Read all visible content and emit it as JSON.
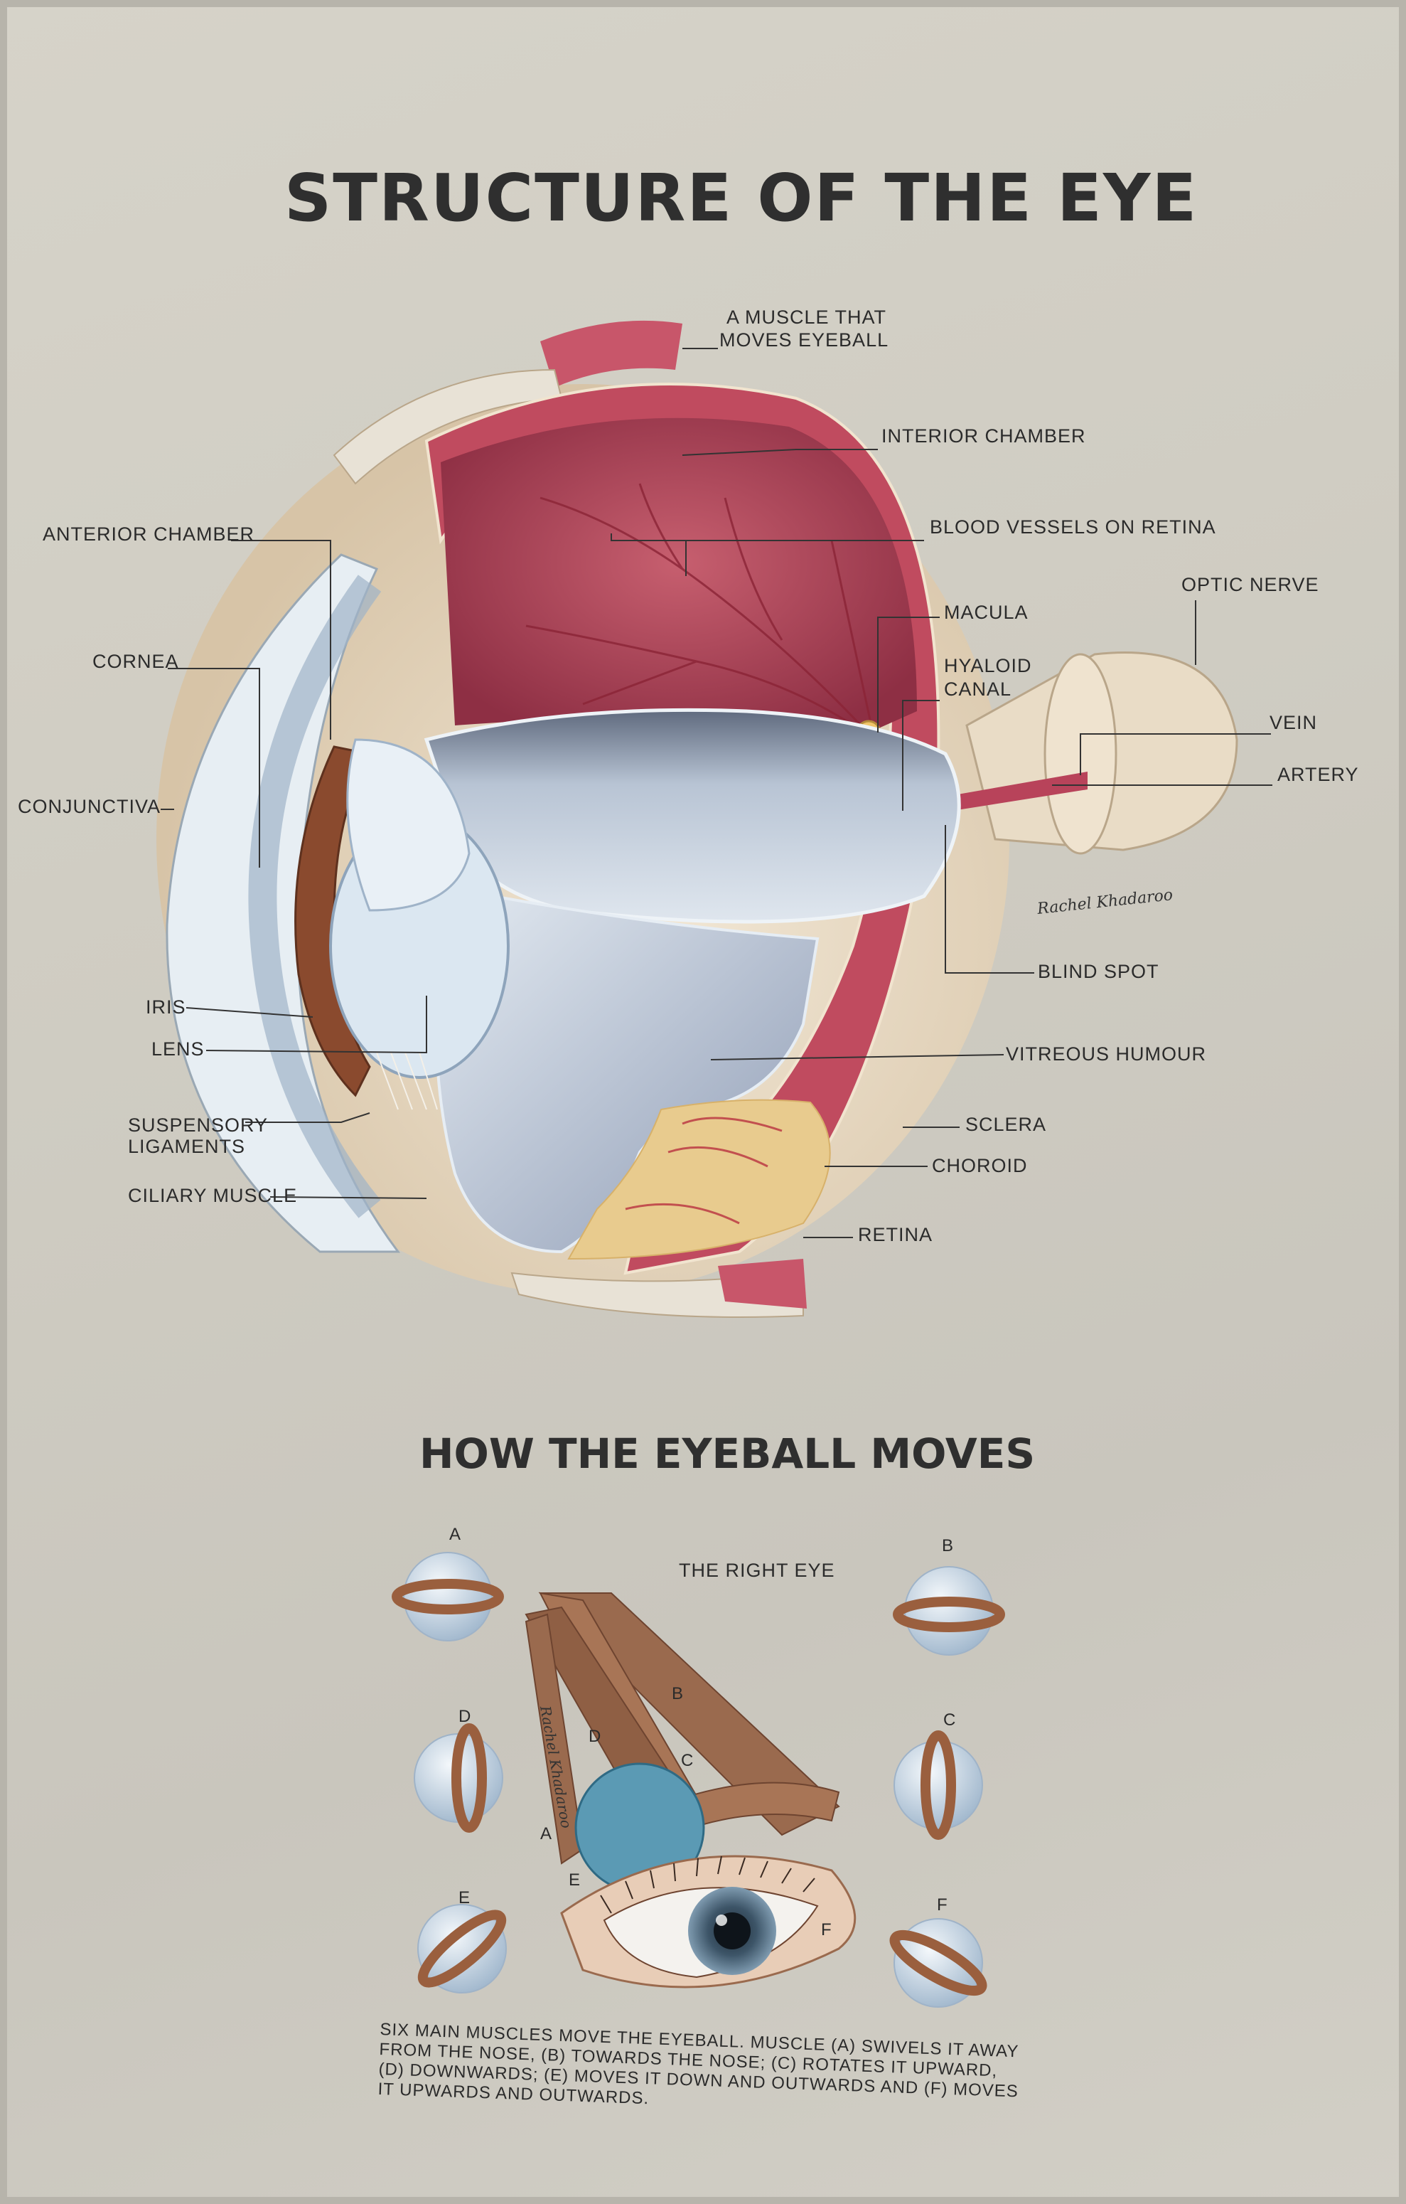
{
  "title": "STRUCTURE OF THE EYE",
  "labels": {
    "muscle_moves_eyeball": [
      "A MUSCLE THAT",
      "MOVES EYEBALL"
    ],
    "interior_chamber": "INTERIOR CHAMBER",
    "blood_vessels": "BLOOD VESSELS ON RETINA",
    "optic_nerve": "OPTIC NERVE",
    "macula": "MACULA",
    "hyaloid_canal": [
      "HYALOID",
      "CANAL"
    ],
    "vein": "VEIN",
    "artery": "ARTERY",
    "blind_spot": "BLIND SPOT",
    "vitreous_humour": "VITREOUS HUMOUR",
    "sclera": "SCLERA",
    "choroid": "CHOROID",
    "retina": "RETINA",
    "anterior_chamber": "ANTERIOR CHAMBER",
    "cornea": "CORNEA",
    "conjunctiva": "CONJUNCTIVA",
    "iris": "IRIS",
    "lens": "LENS",
    "suspensory_ligaments": [
      "SUSPENSORY",
      "LIGAMENTS"
    ],
    "ciliary_muscle": "CILIARY MUSCLE"
  },
  "signature": "Rachel Khadaroo",
  "movement": {
    "title": "HOW THE EYEBALL MOVES",
    "right_eye_label": "THE RIGHT EYE",
    "letters": [
      "A",
      "B",
      "C",
      "D",
      "E",
      "F"
    ],
    "caption": [
      "SIX MAIN MUSCLES MOVE THE EYEBALL. MUSCLE (A) SWIVELS IT AWAY",
      "FROM THE NOSE, (B) TOWARDS THE NOSE; (C) ROTATES IT UPWARD,",
      "(D) DOWNWARDS; (E) MOVES IT DOWN AND OUTWARDS AND (F) MOVES",
      "IT UPWARDS AND OUTWARDS."
    ]
  },
  "colors": {
    "background": "#d2cfc6",
    "retina_red": "#b2475a",
    "vitreous_blue": "#b9c8da",
    "sclera_beige": "#e6d6bf",
    "choroid_yellow": "#e7c98c",
    "muscle_brown": "#9a6a4e",
    "iris_brown": "#8a4a2e"
  }
}
